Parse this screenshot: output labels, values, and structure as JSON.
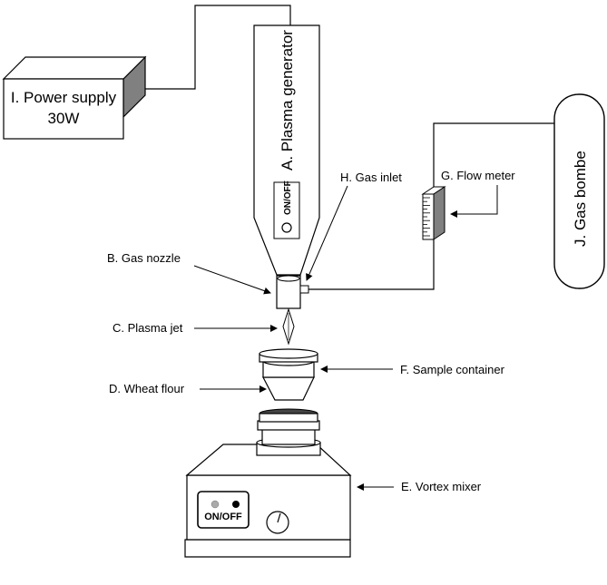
{
  "components": {
    "power_supply": {
      "name": "I. Power supply",
      "rating": "30W"
    },
    "plasma_generator": {
      "name": "A. Plasma generator",
      "switch": "ON/OFF"
    },
    "gas_nozzle": {
      "name": "B. Gas nozzle"
    },
    "plasma_jet": {
      "name": "C. Plasma jet"
    },
    "wheat_flour": {
      "name": "D. Wheat flour"
    },
    "vortex_mixer": {
      "name": "E. Vortex mixer",
      "switch": "ON/OFF"
    },
    "sample_container": {
      "name": "F. Sample container"
    },
    "flow_meter": {
      "name": "G. Flow meter"
    },
    "gas_inlet": {
      "name": "H. Gas inlet"
    },
    "gas_bombe": {
      "name": "J. Gas bombe"
    }
  },
  "colors": {
    "line": "#000000",
    "box_shade": "#808080",
    "fill": "#ffffff",
    "dark_panel": "#333333"
  }
}
